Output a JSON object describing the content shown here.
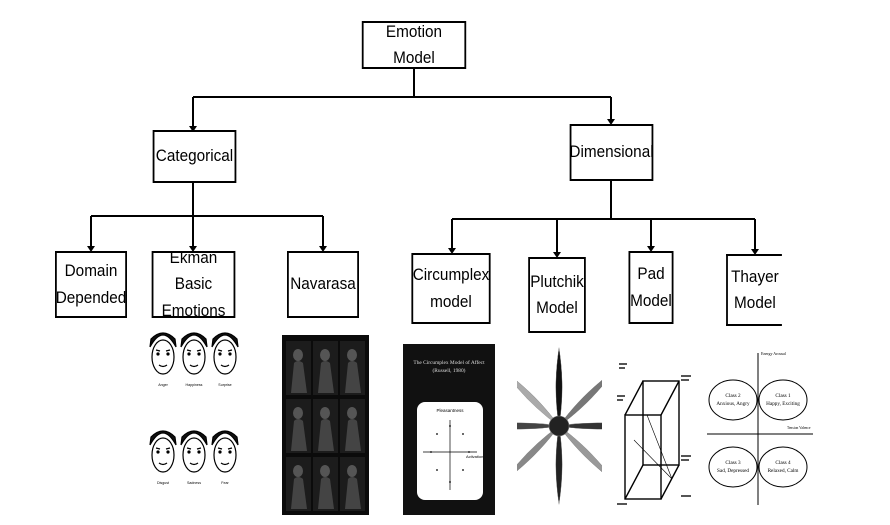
{
  "root": {
    "label": "Emotion Model"
  },
  "branches": [
    {
      "label": "Categorical"
    },
    {
      "label": "Dimensional"
    }
  ],
  "leaves": [
    {
      "line1": "Domain",
      "line2": "Depended"
    },
    {
      "line1": "Ekman Basic",
      "line2": "Emotions"
    },
    {
      "line1": "Navarasa",
      "line2": ""
    },
    {
      "line1": "Circumplex",
      "line2": "model"
    },
    {
      "line1": "Plutchik",
      "line2": "Model"
    },
    {
      "line1": "Pad",
      "line2": "Model"
    },
    {
      "line1": "Thayer",
      "line2": "Model"
    }
  ],
  "thumbnails": {
    "ekman_faces": [
      "Anger",
      "Happiness",
      "Surprise",
      "Disgust",
      "Sadness",
      "Fear"
    ],
    "circumplex": {
      "title_line1": "The Circumplex Model of Affect",
      "title_line2": "(Russell, 1980)",
      "axis_top": "Pleasantness",
      "axis_right": "Activation"
    },
    "thayer": {
      "axis_y": "Energy Arousal",
      "axis_x": "Tension Valence",
      "classes": [
        {
          "line1": "Class 2",
          "line2": "Anxious, Angry"
        },
        {
          "line1": "Class 1",
          "line2": "Happy, Exciting"
        },
        {
          "line1": "Class 3",
          "line2": "Sad, Depressed"
        },
        {
          "line1": "Class 4",
          "line2": "Relaxed, Calm"
        }
      ]
    }
  },
  "colors": {
    "line": "#000000",
    "box_border": "#000000",
    "navarasa_bg": "#0b0b0b",
    "circumplex_bg": "#111111"
  }
}
